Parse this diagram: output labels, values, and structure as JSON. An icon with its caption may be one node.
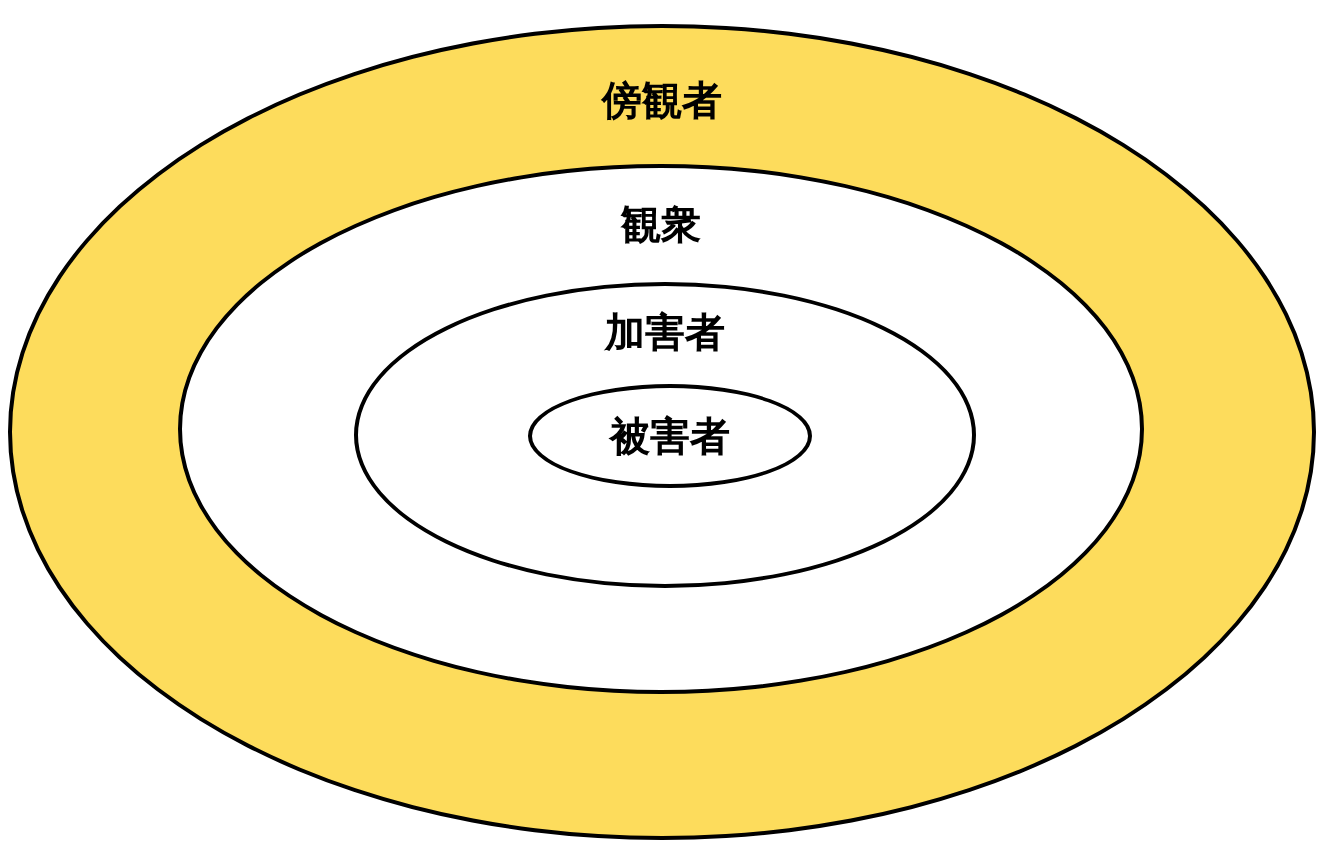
{
  "diagram": {
    "nodes": [
      {
        "text": [
          "傍観者"
        ]
      },
      {
        "text": [
          "観衆"
        ],
        "in": 0
      },
      {
        "text": [
          "加害者"
        ],
        "in": 1
      },
      {
        "text": [
          "被害者"
        ],
        "in": 2
      }
    ]
  }
}
